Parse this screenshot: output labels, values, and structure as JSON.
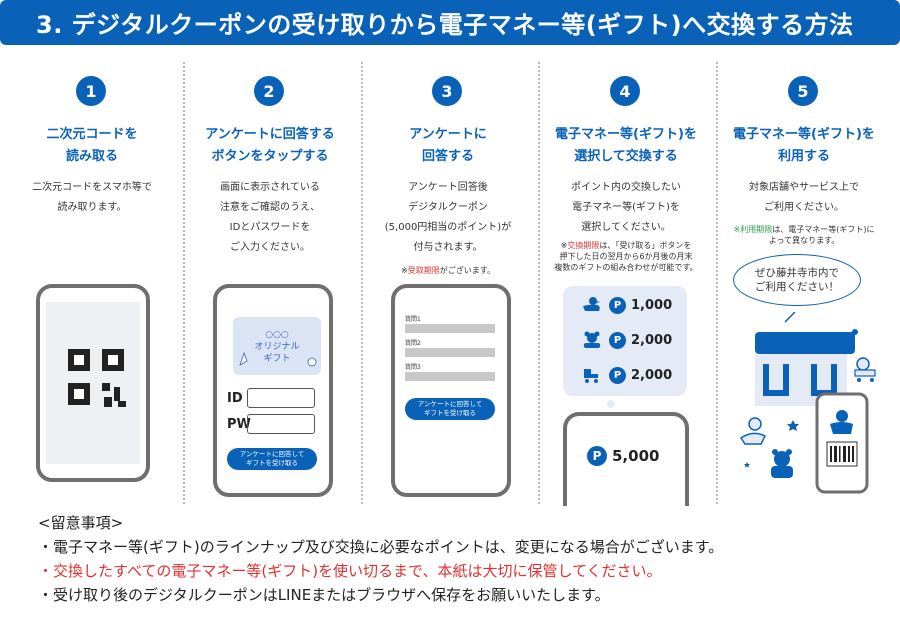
{
  "header": {
    "title": "3. デジタルクーポンの受け取りから電子マネー等(ギフト)へ交換する方法"
  },
  "colors": {
    "brand_blue": "#0a62b8",
    "warning_red": "#e03131",
    "note_green": "#2aa04a"
  },
  "steps": [
    {
      "number": "1",
      "title_lines": [
        "二次元コードを",
        "読み取る"
      ],
      "desc_lines": [
        "二次元コードをスマホ等で",
        "読み取ります。"
      ]
    },
    {
      "number": "2",
      "title_lines": [
        "アンケートに回答する",
        "ボタンをタップする"
      ],
      "desc_lines": [
        "画面に表示されている",
        "注意をご確認のうえ、",
        "IDとパスワードを",
        "ご入力ください。"
      ]
    },
    {
      "number": "3",
      "title_lines": [
        "アンケートに",
        "回答する"
      ],
      "desc_lines": [
        "アンケート回答後",
        "デジタルクーポン",
        "(5,000円相当のポイント)が",
        "付与されます。"
      ],
      "note_prefix": "※",
      "note_red": "受取期限",
      "note_suffix": "がございます。"
    },
    {
      "number": "4",
      "title_lines": [
        "電子マネー等(ギフト)を",
        "選択して交換する"
      ],
      "desc_lines": [
        "ポイント内の交換したい",
        "電子マネー等(ギフト)を",
        "選択してください。"
      ],
      "note_prefix": "※",
      "note_red": "交換期限",
      "note_suffix": "は、「受け取る」ボタンを",
      "note_lines": [
        "押下した日の翌月から6か月後の月末",
        "複数のギフトの組み合わせが可能です。"
      ]
    },
    {
      "number": "5",
      "title_lines": [
        "電子マネー等(ギフト)を",
        "利用する"
      ],
      "desc_lines": [
        "対象店舗やサービス上で",
        "ご利用ください。"
      ],
      "note_prefix": "※",
      "note_green": "利用期限",
      "note_suffix": "は、電子マネー等(ギフト)に",
      "note_lines": [
        "よって異なります。"
      ]
    }
  ],
  "step2_screen": {
    "gift_card_lines": [
      "○○○",
      "オリジナル",
      "ギフト"
    ],
    "id_label": "ID",
    "pw_label": "PW",
    "button_lines": [
      "アンケートに回答して",
      "ギフトを受け取る"
    ]
  },
  "step3_screen": {
    "questions": [
      "質問1",
      "質問2",
      "質問3"
    ],
    "button_lines": [
      "アンケートに回答して",
      "ギフトを受け取る"
    ]
  },
  "step4_screen": {
    "coin_symbol": "P",
    "options": [
      {
        "icon": "duck-icon",
        "points": "1,000"
      },
      {
        "icon": "teddy-bear-icon",
        "points": "2,000"
      },
      {
        "icon": "stroller-icon",
        "points": "2,000"
      }
    ],
    "balance": "5,000"
  },
  "step5_screen": {
    "speech_lines": [
      "ぜひ藤井寺市内で",
      "ご利用ください！"
    ]
  },
  "notes": {
    "heading": "<留意事項>",
    "items": [
      {
        "text": "・電子マネー等(ギフト)のラインナップ及び交換に必要なポイントは、変更になる場合がございます。",
        "emphasis": false
      },
      {
        "text": "・交換したすべての電子マネー等(ギフト)を使い切るまで、本紙は大切に保管してください。",
        "emphasis": true
      },
      {
        "text": "・受け取り後のデジタルクーポンはLINEまたはブラウザへ保存をお願いいたします。",
        "emphasis": false
      }
    ]
  }
}
